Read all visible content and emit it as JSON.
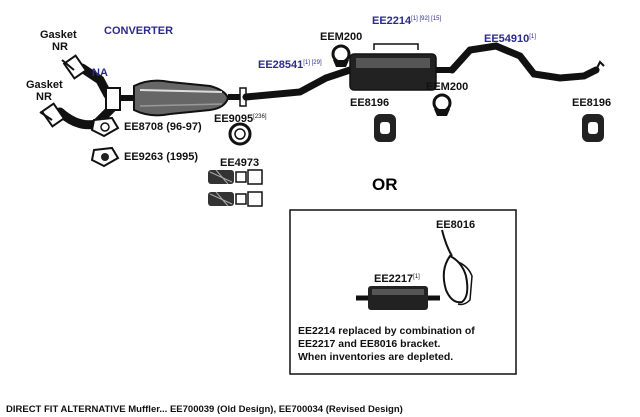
{
  "labels": {
    "gasket_nr_top": [
      "Gasket",
      "NR"
    ],
    "gasket_nr_left": [
      "Gasket",
      "NR"
    ],
    "na": "NA",
    "converter": "CONVERTER",
    "ee8708": "EE8708 (96-97)",
    "ee9263": "EE9263 (1995)",
    "ee9095": "EE9095",
    "ee9095_sup": "[236]",
    "ee4973": "EE4973",
    "ee28541": "EE28541",
    "ee28541_sup": "[1] [29]",
    "eem200_top": "EEM200",
    "ee2214": "EE2214",
    "ee2214_sup": "[1] [92] [15]",
    "ee8196_mid": "EE8196",
    "eem200_right": "EEM200",
    "ee54910": "EE54910",
    "ee54910_sup": "[1]",
    "ee8196_right": "EE8196",
    "or": "OR",
    "ee8016": "EE8016",
    "ee2217": "EE2217",
    "ee2217_sup": "[1]"
  },
  "note_lines": [
    "EE2214 replaced by combination of",
    "EE2217 and EE8016 bracket.",
    "When inventories are depleted."
  ],
  "footer": "DIRECT FIT ALTERNATIVE Muffler... EE700039 (Old Design), EE700034 (Revised Design)"
}
